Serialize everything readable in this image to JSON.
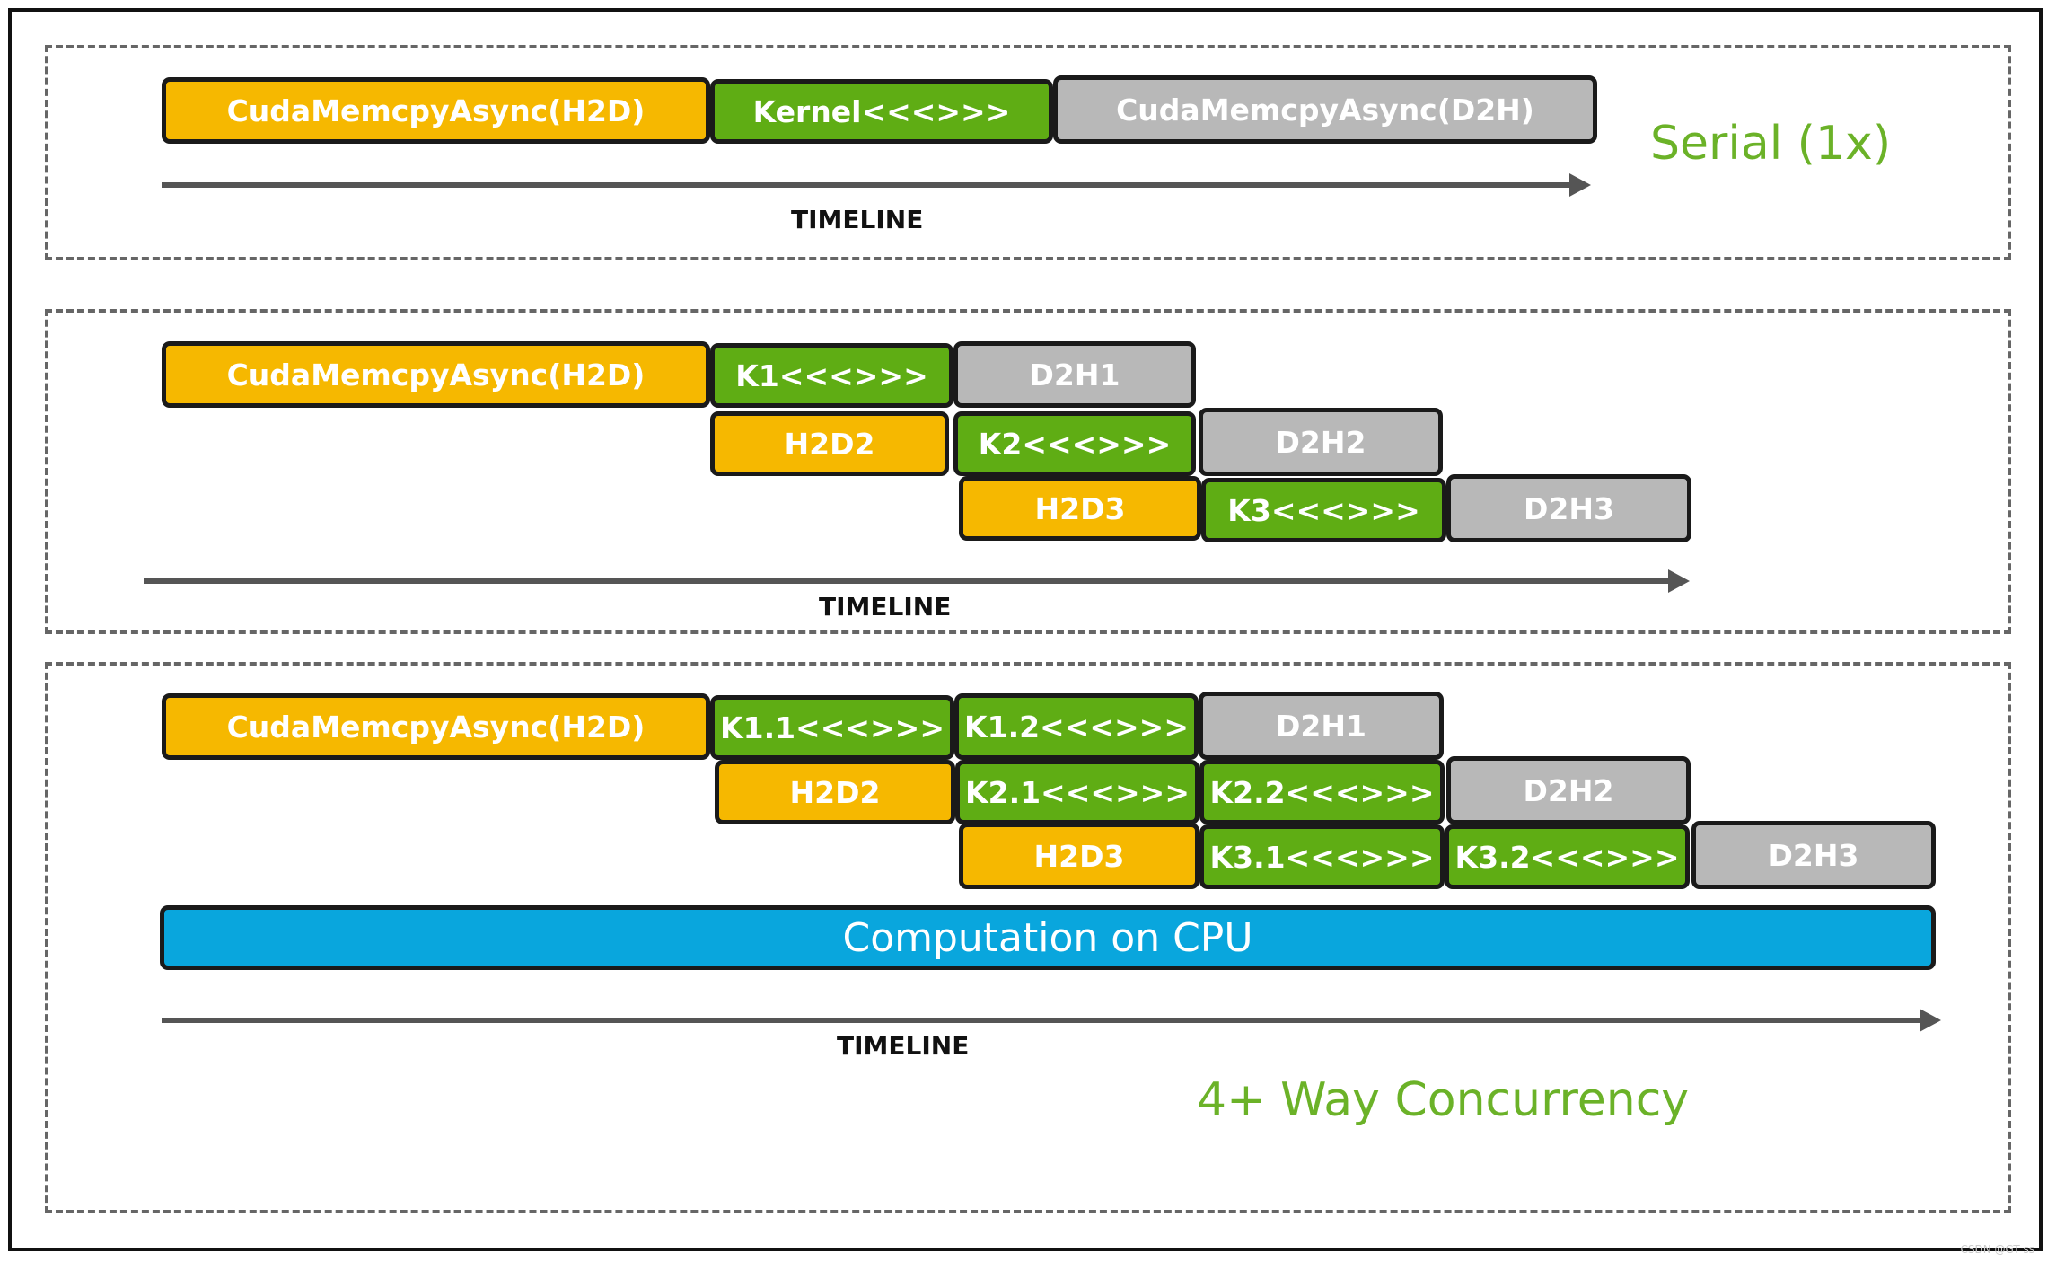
{
  "colors": {
    "h2d": "#f6b800",
    "kernel": "#5fad14",
    "d2h": "#b8b8b8",
    "cpu": "#09a6dd",
    "mode_label": "#6bb228"
  },
  "serial": {
    "h2d": "CudaMemcpyAsync(H2D)",
    "kernel": "Kernel<<<>>>",
    "d2h": "CudaMemcpyAsync(D2H)",
    "timeline": "TIMELINE",
    "mode": "Serial (1x)"
  },
  "three_way": {
    "row1": [
      "CudaMemcpyAsync(H2D)",
      "K1<<<>>>",
      "D2H1"
    ],
    "row2": [
      "H2D2",
      "K2<<<>>>",
      "D2H2"
    ],
    "row3": [
      "H2D3",
      "K3<<<>>>",
      "D2H3"
    ],
    "timeline": "TIMELINE"
  },
  "four_way": {
    "row1": [
      "CudaMemcpyAsync(H2D)",
      "K1.1<<<>>>",
      "K1.2<<<>>>",
      "D2H1"
    ],
    "row2": [
      "H2D2",
      "K2.1<<<>>>",
      "K2.2<<<>>>",
      "D2H2"
    ],
    "row3": [
      "H2D3",
      "K3.1<<<>>>",
      "K3.2<<<>>>",
      "D2H3"
    ],
    "cpu": "Computation on CPU",
    "timeline": "TIMELINE",
    "mode": "4+ Way Concurrency"
  },
  "watermark": "CSDN @GT ss"
}
